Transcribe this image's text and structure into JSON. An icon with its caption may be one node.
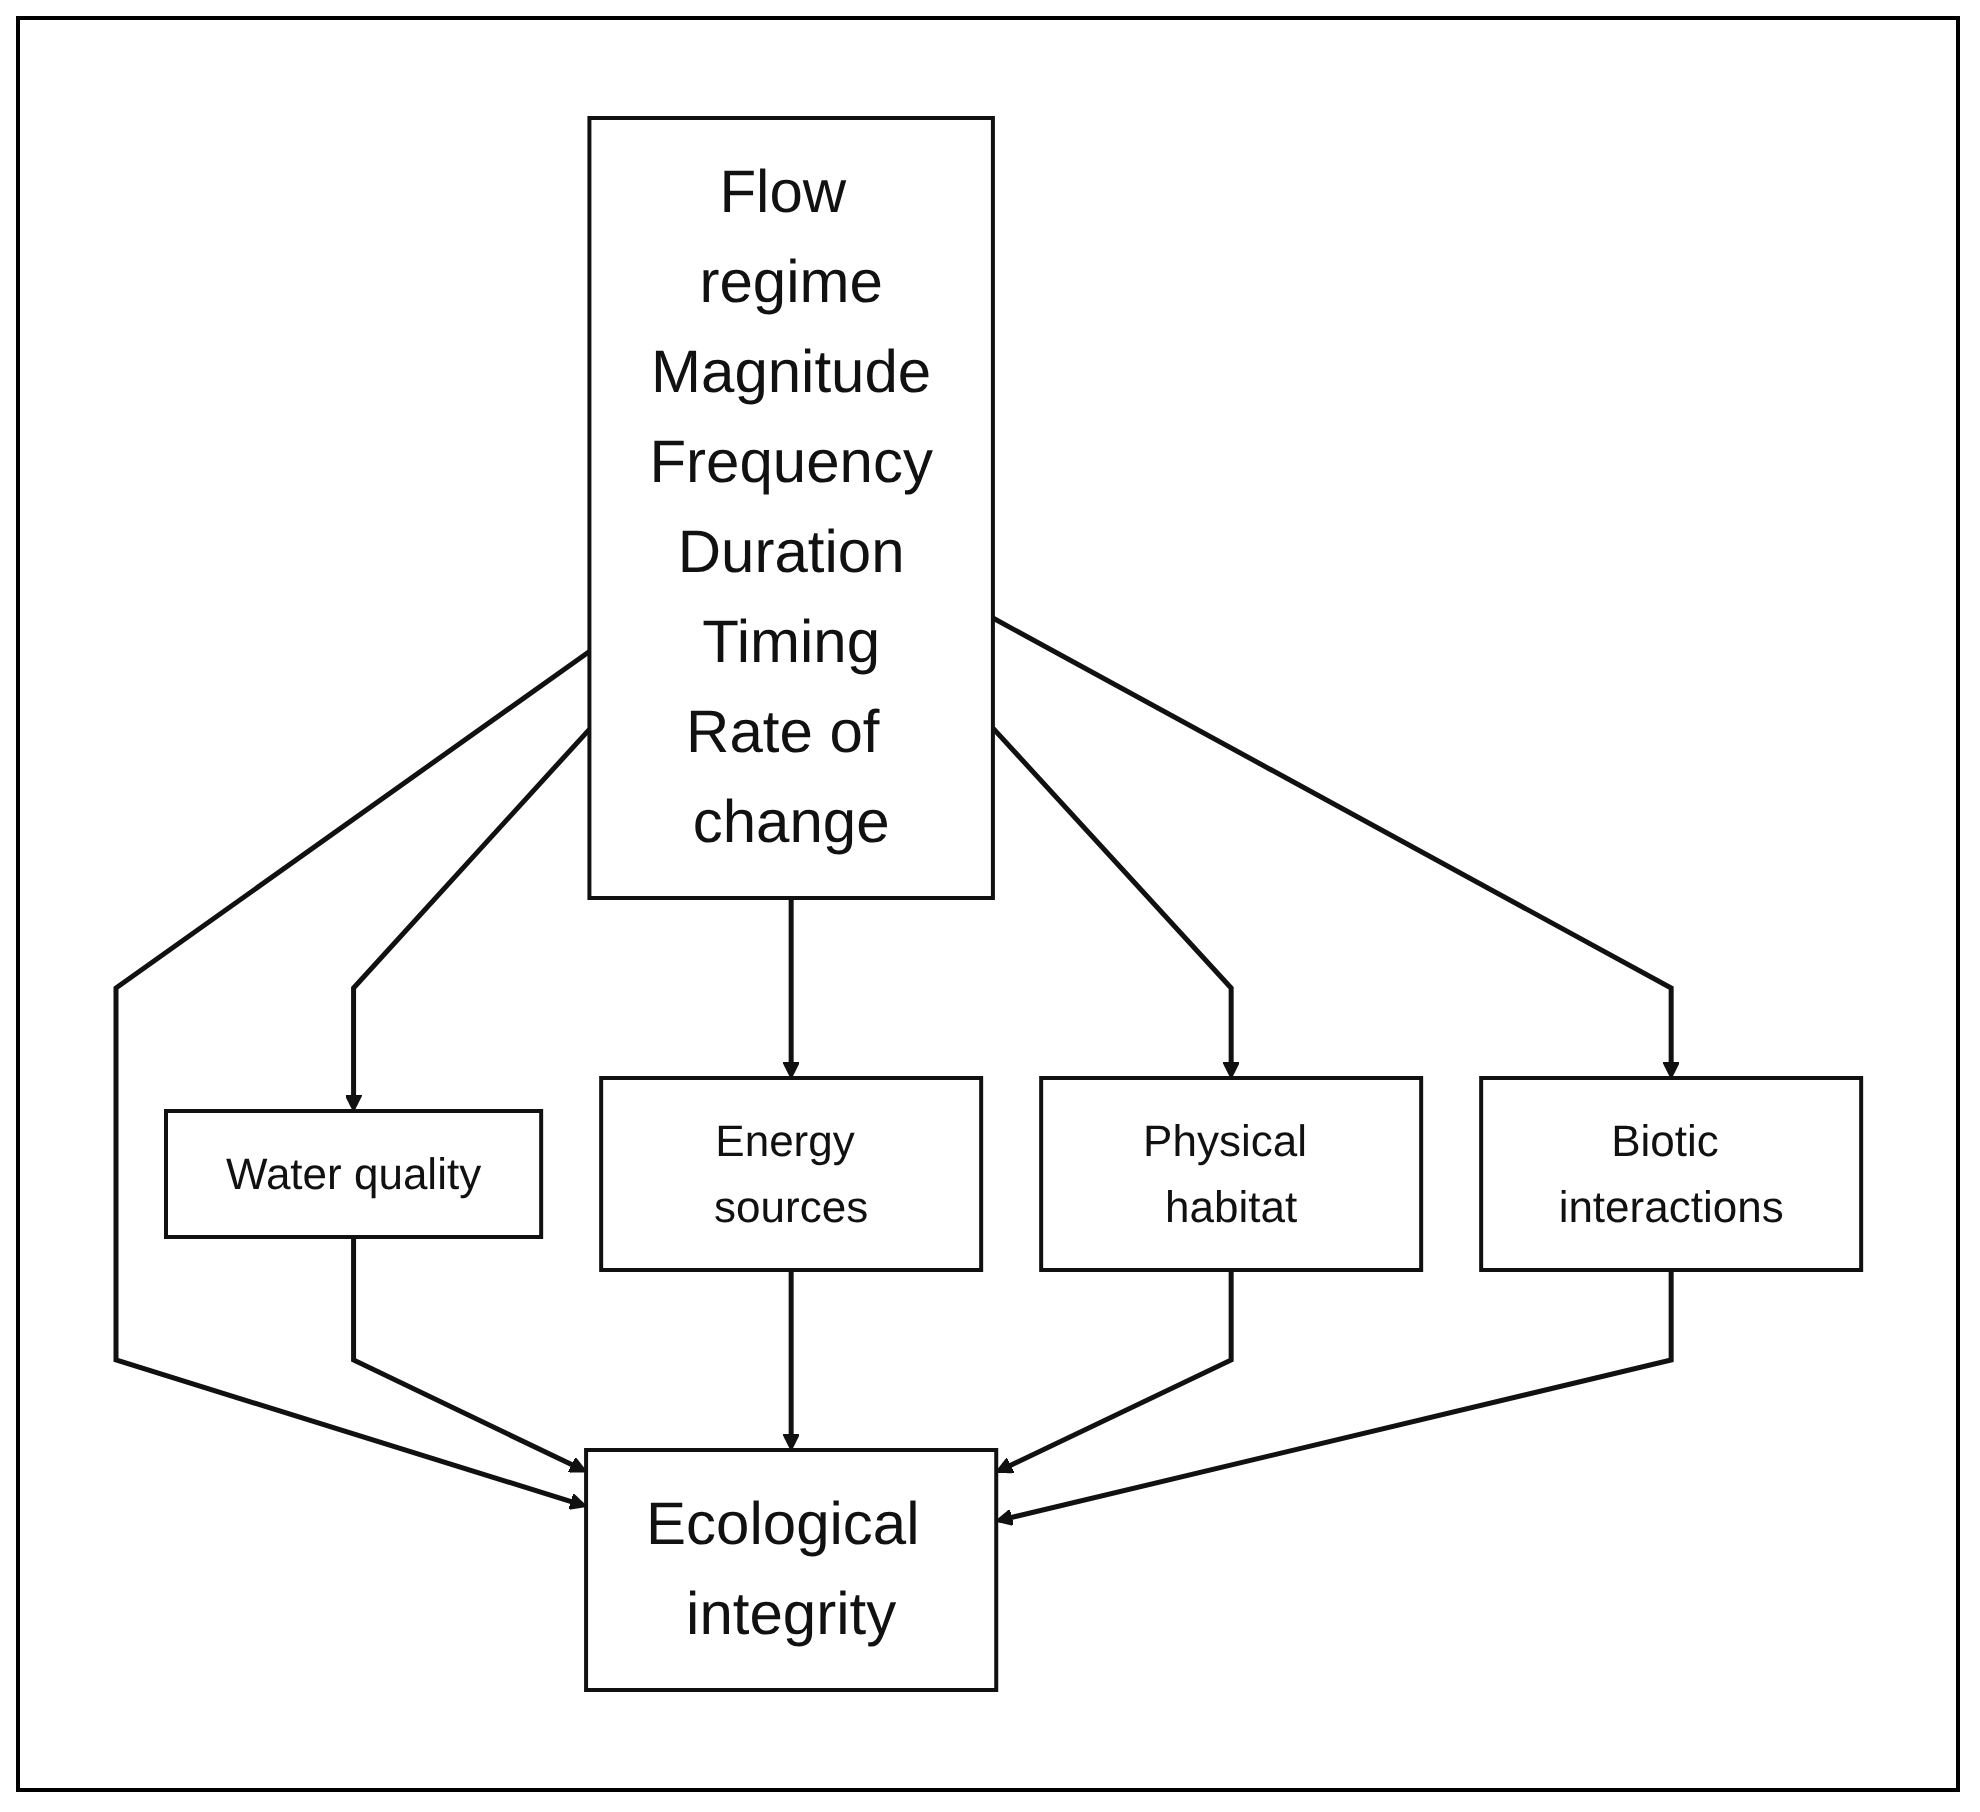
{
  "diagram": {
    "nodes": [
      {
        "text": [
          "Flow regime",
          "Magnitude",
          "Frequency",
          "Duration",
          "Timing",
          "Rate of change"
        ]
      },
      {
        "text": [
          "Water quality"
        ]
      },
      {
        "text": [
          "Energy sources"
        ]
      },
      {
        "text": [
          "Physical habitat"
        ]
      },
      {
        "text": [
          "Biotic interactions"
        ]
      },
      {
        "text": [
          "Ecological integrity"
        ]
      }
    ],
    "edges": [
      {
        "from": 0,
        "to": 1,
        "arrow": "to"
      },
      {
        "from": 0,
        "to": 2,
        "arrow": "to"
      },
      {
        "from": 0,
        "to": 5,
        "arrow": "to"
      },
      {
        "from": 0,
        "to": 3,
        "arrow": "to"
      },
      {
        "from": 0,
        "to": 4,
        "arrow": "to"
      },
      {
        "from": 1,
        "to": 5,
        "arrow": "to"
      },
      {
        "from": 2,
        "to": 5,
        "arrow": "to"
      },
      {
        "from": 3,
        "to": 5,
        "arrow": "to"
      },
      {
        "from": 4,
        "to": 5,
        "arrow": "to"
      }
    ]
  }
}
